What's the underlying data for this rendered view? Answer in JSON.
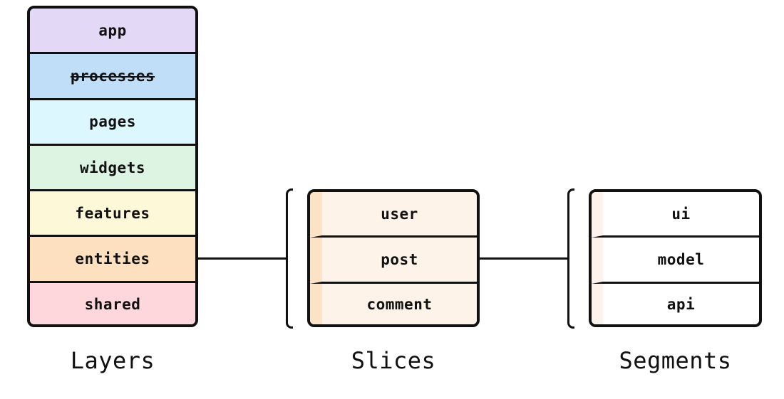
{
  "layers": {
    "caption": "Layers",
    "items": [
      {
        "label": "app",
        "color": "#e3d9f7"
      },
      {
        "label": "processes",
        "color": "#c0def8",
        "strikethrough": true
      },
      {
        "label": "pages",
        "color": "#dcf7fd"
      },
      {
        "label": "widgets",
        "color": "#dcf4e1"
      },
      {
        "label": "features",
        "color": "#fdf9d8"
      },
      {
        "label": "entities",
        "color": "#fde0c0"
      },
      {
        "label": "shared",
        "color": "#fdd7dc"
      }
    ]
  },
  "slices": {
    "caption": "Slices",
    "items": [
      {
        "label": "user"
      },
      {
        "label": "post"
      },
      {
        "label": "comment"
      }
    ]
  },
  "segments": {
    "caption": "Segments",
    "items": [
      {
        "label": "ui"
      },
      {
        "label": "model"
      },
      {
        "label": "api"
      }
    ]
  }
}
